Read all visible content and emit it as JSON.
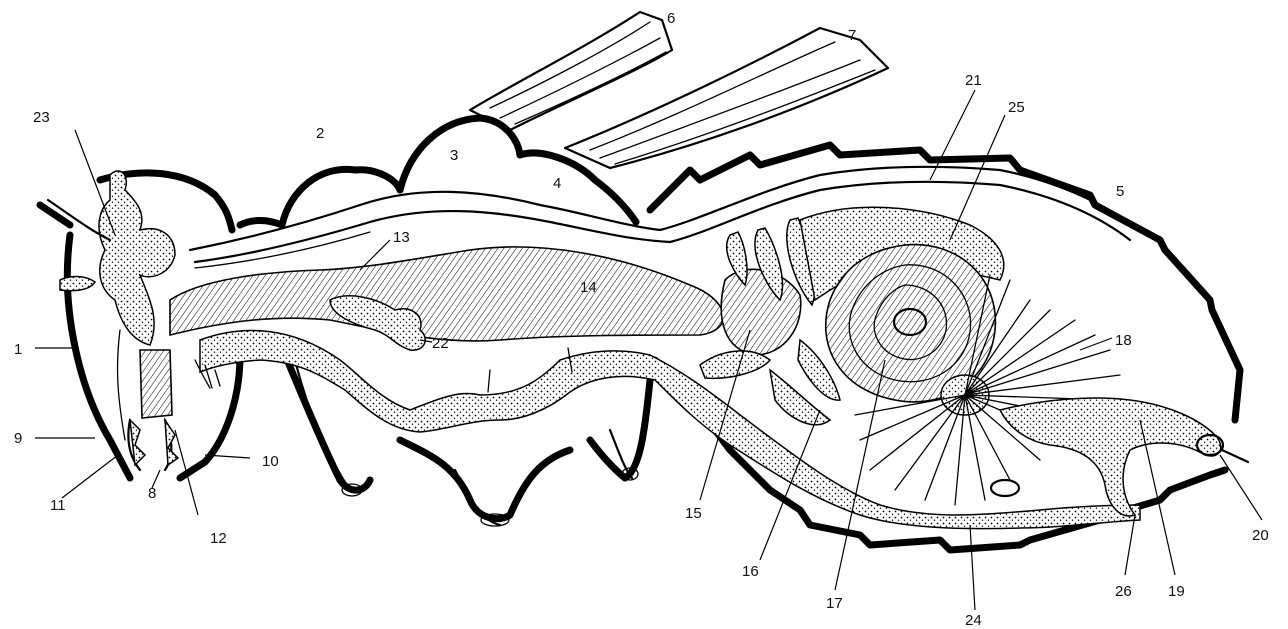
{
  "labels": {
    "l1": "1",
    "l2": "2",
    "l3": "3",
    "l4": "4",
    "l5": "5",
    "l6": "6",
    "l7": "7",
    "l8": "8",
    "l9": "9",
    "l10": "10",
    "l11": "11",
    "l12": "12",
    "l13": "13",
    "l14": "14",
    "l15": "15",
    "l16": "16",
    "l17": "17",
    "l18": "18",
    "l19": "19",
    "l20": "20",
    "l21": "21",
    "l22": "22",
    "l23": "23",
    "l24": "24",
    "l25": "25",
    "l26": "26"
  }
}
